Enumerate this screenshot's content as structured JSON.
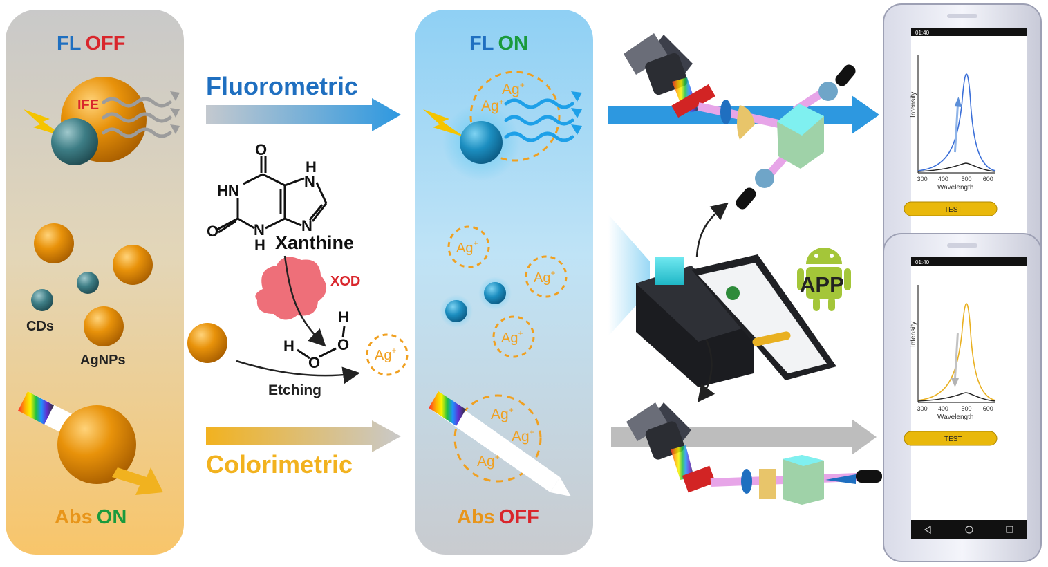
{
  "left_panel": {
    "fl_prefix": "FL",
    "fl_state": "OFF",
    "ife": "IFE",
    "cds": "CDs",
    "agnps": "AgNPs",
    "abs_prefix": "Abs",
    "abs_state": "ON"
  },
  "middle_panel": {
    "fl_prefix": "FL",
    "fl_state": "ON",
    "abs_prefix": "Abs",
    "abs_state": "OFF",
    "ion": "Ag",
    "ion_charge": "+"
  },
  "mechanism": {
    "fluorometric": "Fluorometric",
    "colorimetric": "Colorimetric",
    "xanthine": "Xanthine",
    "xod": "XOD",
    "etching": "Etching",
    "atoms": {
      "o": "O",
      "hn": "HN",
      "h": "H",
      "n": "N"
    }
  },
  "app": {
    "label": "APP"
  },
  "phones": [
    {
      "time": "01:40",
      "ylabel": "Intensity",
      "xlabel": "Wavelength",
      "ticks": [
        "300",
        "400",
        "500",
        "600"
      ],
      "button": "TEST",
      "trend": "up",
      "curve_color": "#3b6fd8"
    },
    {
      "time": "01:40",
      "ylabel": "Intensity",
      "xlabel": "Wavelength",
      "ticks": [
        "300",
        "400",
        "500",
        "600"
      ],
      "button": "TEST",
      "trend": "down",
      "curve_color": "#e9b021"
    }
  ],
  "colors": {
    "fl_blue": "#1f6fc0",
    "off_red": "#d9262c",
    "on_green": "#1a9a3c",
    "abs_orange": "#e8951a",
    "agnp_orange": "#e08a00",
    "cd_teal": "#2f6f78",
    "arrow_blue": "#2d98e0",
    "arrow_yellow": "#f2b21f",
    "arrow_gray": "#bdbdbd"
  }
}
